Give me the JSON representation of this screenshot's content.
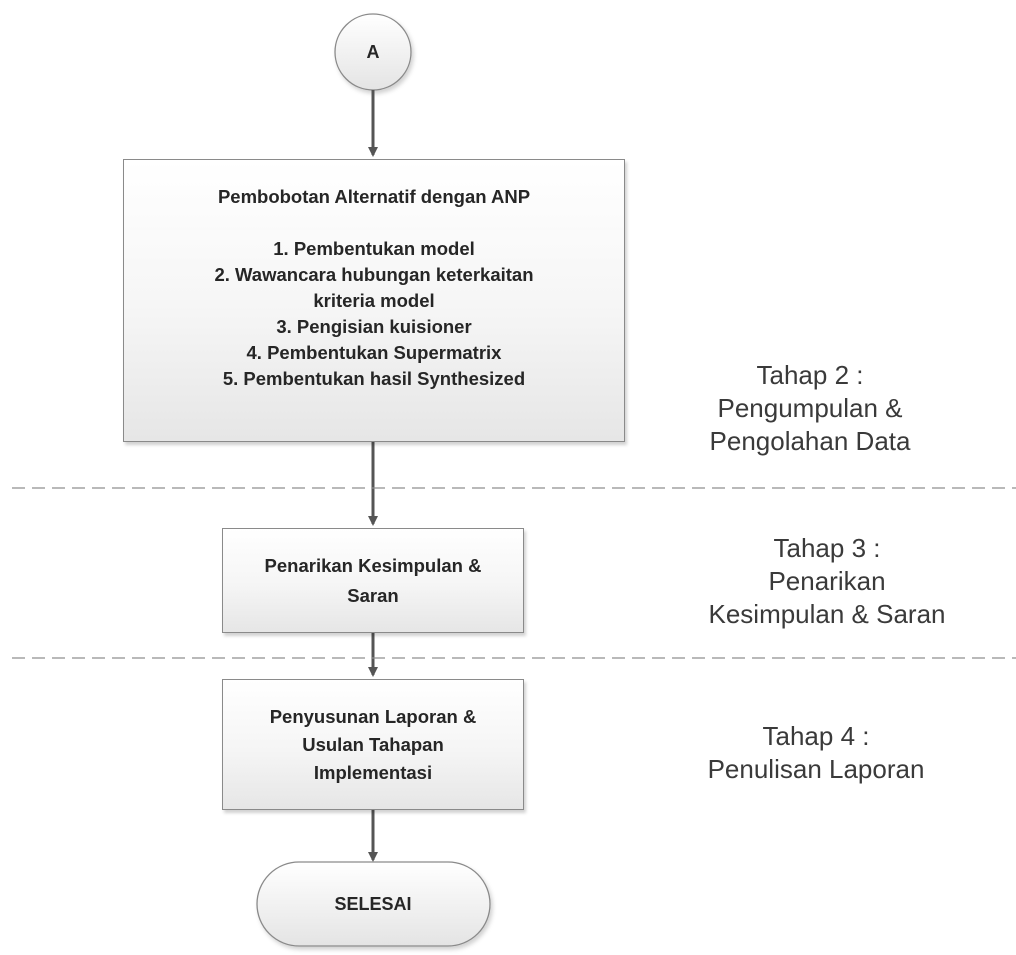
{
  "start_connector": {
    "label": "A"
  },
  "process_anp": {
    "title": "Pembobotan Alternatif dengan ANP",
    "steps": [
      "1. Pembentukan model",
      "2. Wawancara hubungan keterkaitan",
      "kriteria model",
      "3. Pengisian kuisioner",
      "4. Pembentukan Supermatrix",
      "5. Pembentukan hasil Synthesized"
    ]
  },
  "process_conclusion": {
    "lines": [
      "Penarikan Kesimpulan &",
      "Saran"
    ]
  },
  "process_report": {
    "lines": [
      "Penyusunan Laporan &",
      "Usulan Tahapan",
      "Implementasi"
    ]
  },
  "end_terminator": {
    "label": "SELESAI"
  },
  "stages": {
    "stage2": [
      "Tahap 2 :",
      "Pengumpulan &",
      "Pengolahan Data"
    ],
    "stage3": [
      "Tahap 3 :",
      "Penarikan",
      "Kesimpulan & Saran"
    ],
    "stage4": [
      "Tahap 4 :",
      "Penulisan Laporan"
    ]
  },
  "colors": {
    "box_border": "#8a8a8a",
    "arrow": "#555555",
    "divider": "#8f8f8f",
    "text": "#262626"
  }
}
